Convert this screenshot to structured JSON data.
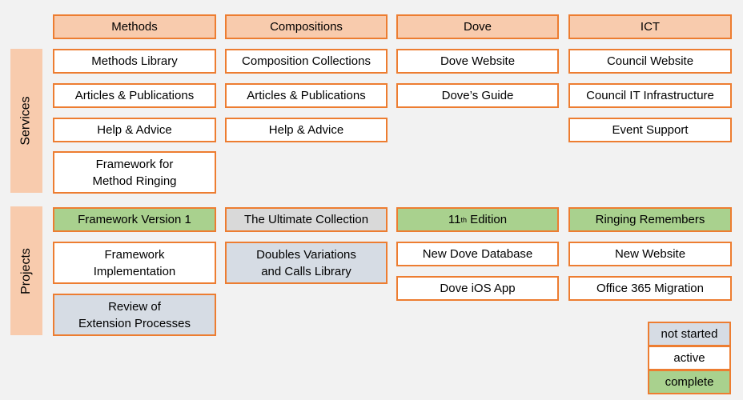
{
  "side_labels": {
    "services": "Services",
    "projects": "Projects"
  },
  "headers": [
    "Methods",
    "Compositions",
    "Dove",
    "ICT"
  ],
  "services": {
    "methods": [
      "Methods Library",
      "Articles & Publications",
      "Help & Advice",
      "Framework for\nMethod Ringing"
    ],
    "compositions": [
      "Composition Collections",
      "Articles & Publications",
      "Help & Advice"
    ],
    "dove": [
      "Dove Website",
      "Dove’s Guide"
    ],
    "ict": [
      "Council Website",
      "Council IT Infrastructure",
      "Event Support"
    ]
  },
  "projects": {
    "methods": [
      "Framework Version 1",
      "Framework\nImplementation",
      "Review of\nExtension Processes"
    ],
    "compositions": [
      "The Ultimate Collection",
      "Doubles Variations\nand Calls Library"
    ],
    "dove": {
      "edition_number": "11",
      "edition_suffix": "th",
      "edition_word": " Edition",
      "items": [
        "New Dove Database",
        "Dove iOS App"
      ]
    },
    "ict": [
      "Ringing Remembers",
      "New Website",
      "Office 365 Migration"
    ]
  },
  "legend": [
    "not started",
    "active",
    "complete"
  ],
  "colors": {
    "border": "#ed7d31",
    "header": "#f8cbad",
    "active": "#ffffff",
    "complete": "#a9d18e",
    "not_started": "#d6dce4",
    "background": "#f2f2f2"
  }
}
